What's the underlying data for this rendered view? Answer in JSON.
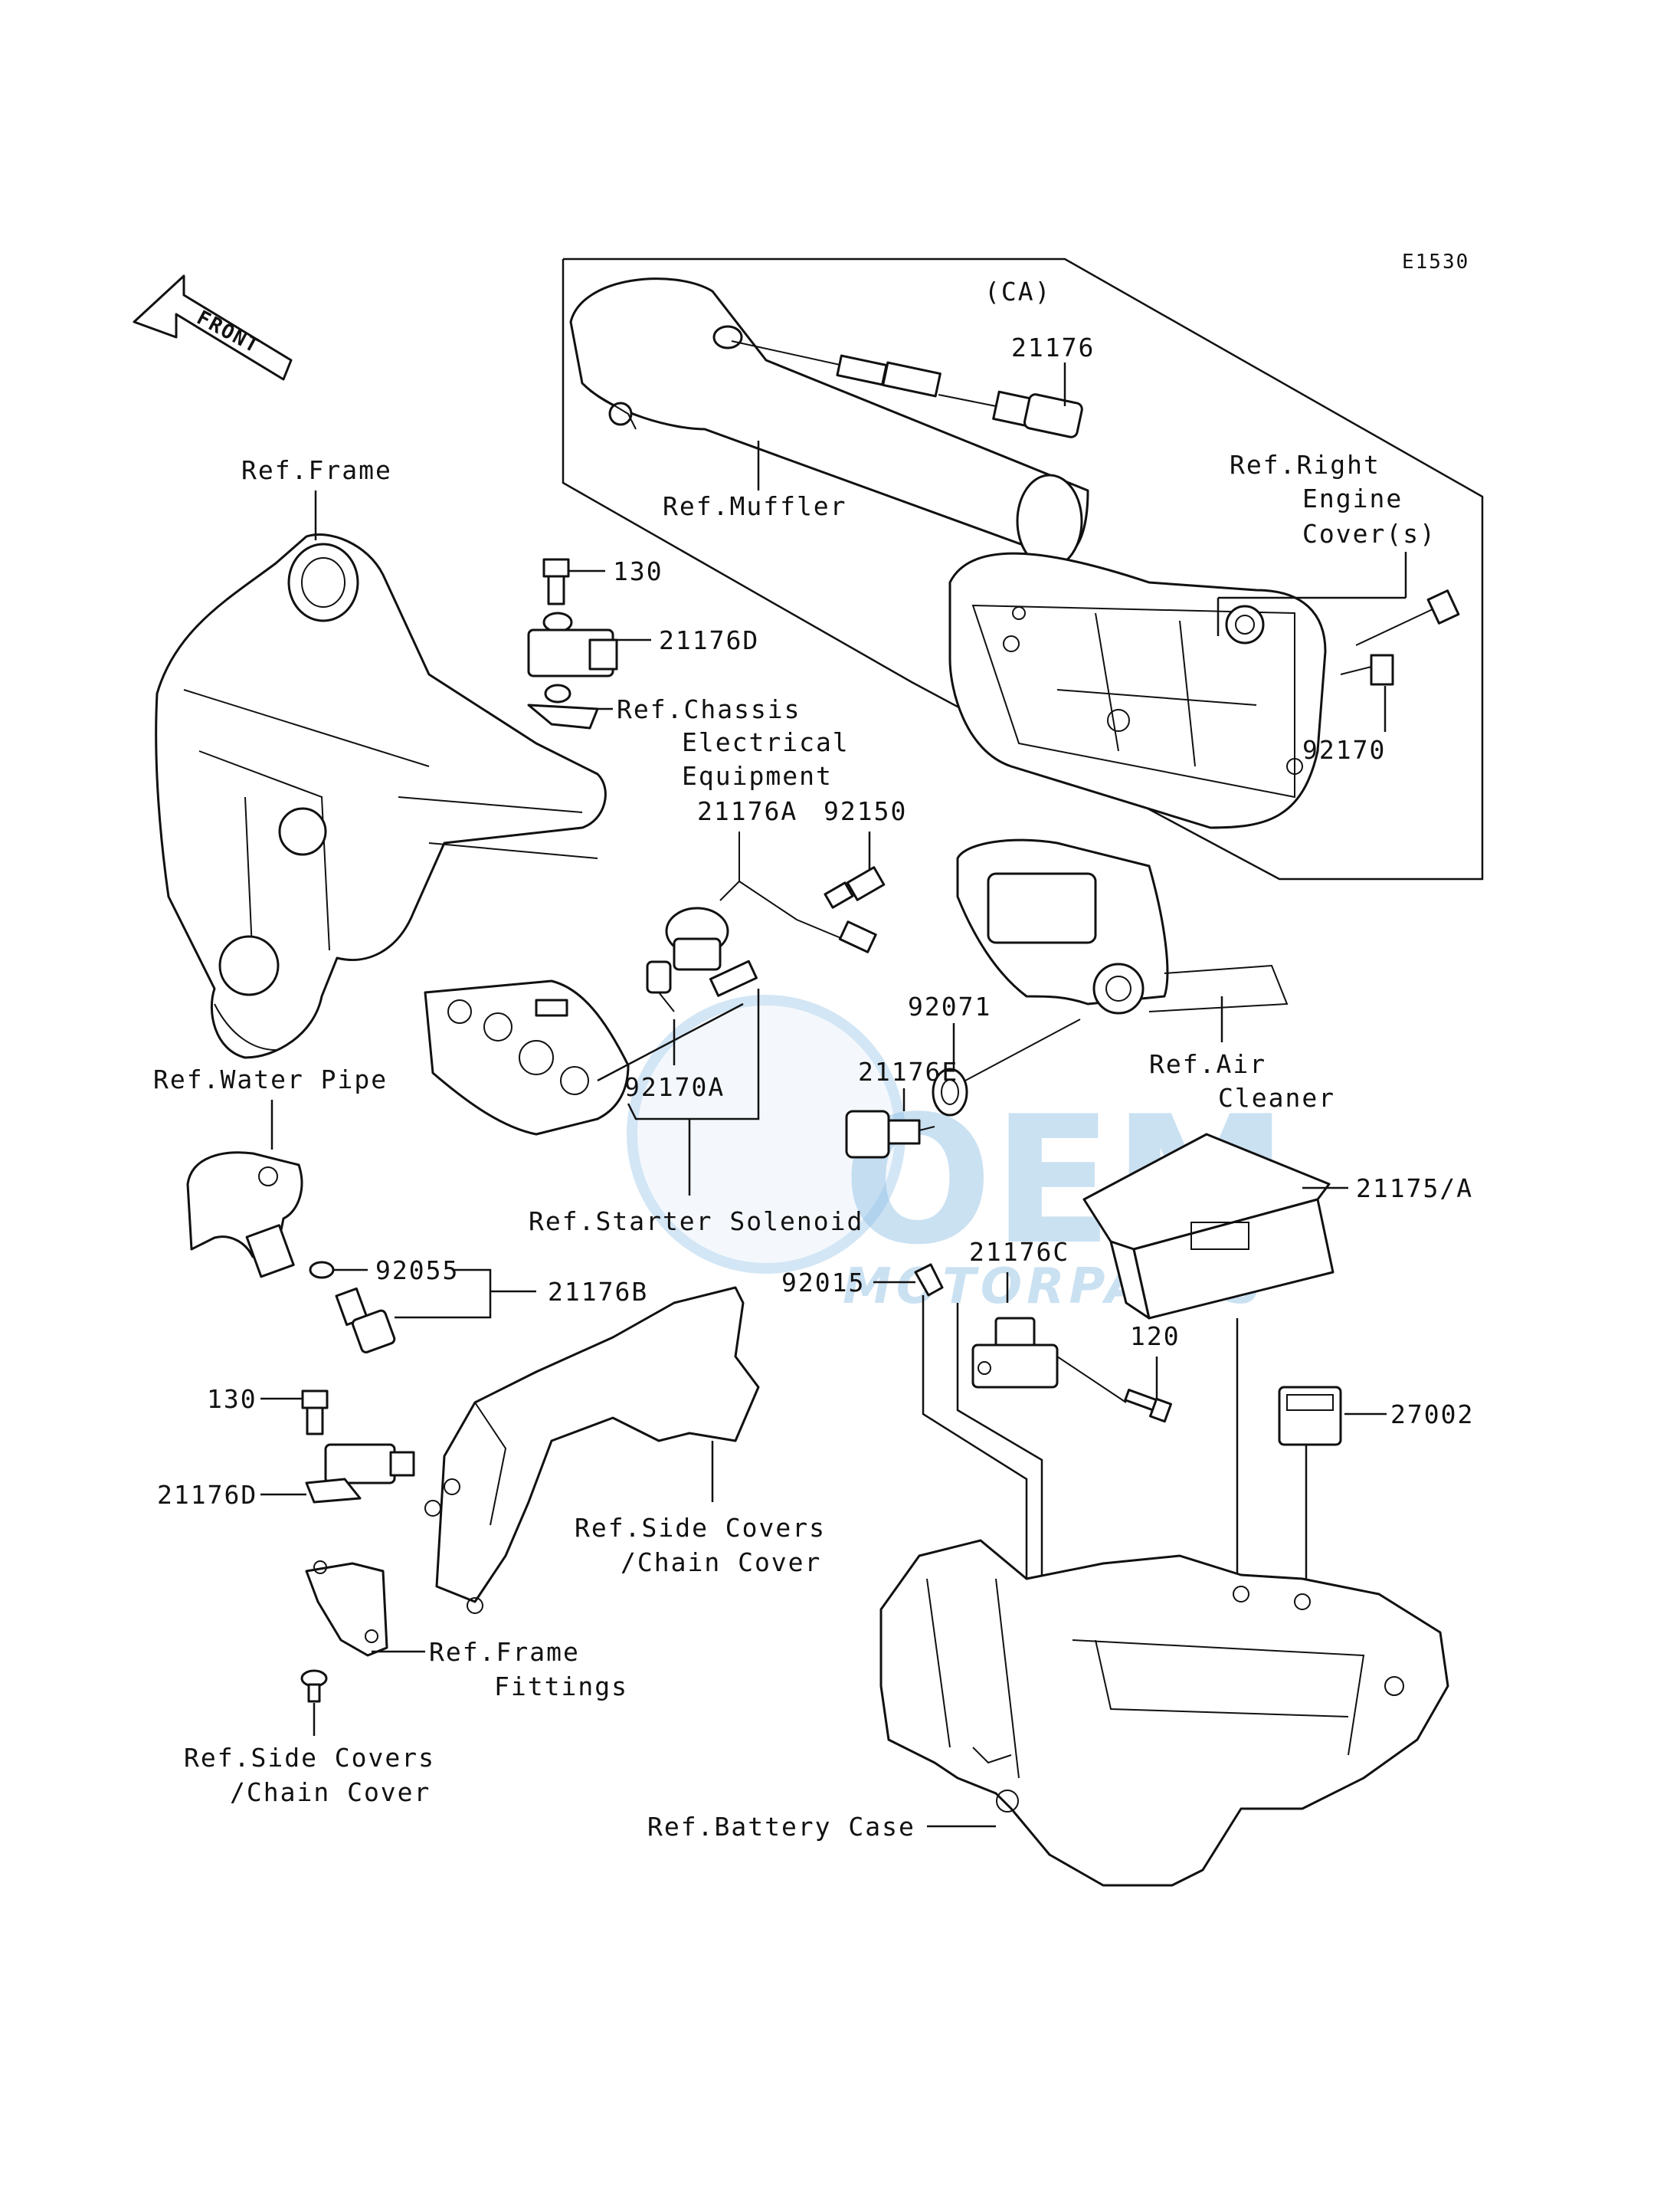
{
  "diagram_code": "E1530",
  "front_arrow_label": "FRONT",
  "variant_label": "(CA)",
  "watermark": {
    "logo_text": "OEM",
    "sub_text": "MOTORPARTS"
  },
  "parts": {
    "p21176": "21176",
    "p21176D_top": "21176D",
    "p130_top": "130",
    "p21176A": "21176A",
    "p92150": "92150",
    "p92071": "92071",
    "p21176E": "21176E",
    "p92170A": "92170A",
    "p92170": "92170",
    "p21175A": "21175/A",
    "p92055": "92055",
    "p21176B": "21176B",
    "p92015": "92015",
    "p21176C": "21176C",
    "p120": "120",
    "p27002": "27002",
    "p130_bottom": "130",
    "p21176D_bottom": "21176D"
  },
  "refs": {
    "frame": "Ref.Frame",
    "muffler": "Ref.Muffler",
    "right_engine_cover": [
      "Ref.Right",
      "Engine",
      "Cover(s)"
    ],
    "chassis_electrical": [
      "Ref.Chassis",
      "Electrical",
      "Equipment"
    ],
    "air_cleaner": [
      "Ref.Air",
      "Cleaner"
    ],
    "water_pipe": "Ref.Water Pipe",
    "starter_solenoid": "Ref.Starter Solenoid",
    "side_covers_mid": [
      "Ref.Side Covers",
      "/Chain Cover"
    ],
    "frame_fittings": [
      "Ref.Frame",
      "Fittings"
    ],
    "side_covers_bottom": [
      "Ref.Side Covers",
      "/Chain Cover"
    ],
    "battery_case": "Ref.Battery Case"
  }
}
